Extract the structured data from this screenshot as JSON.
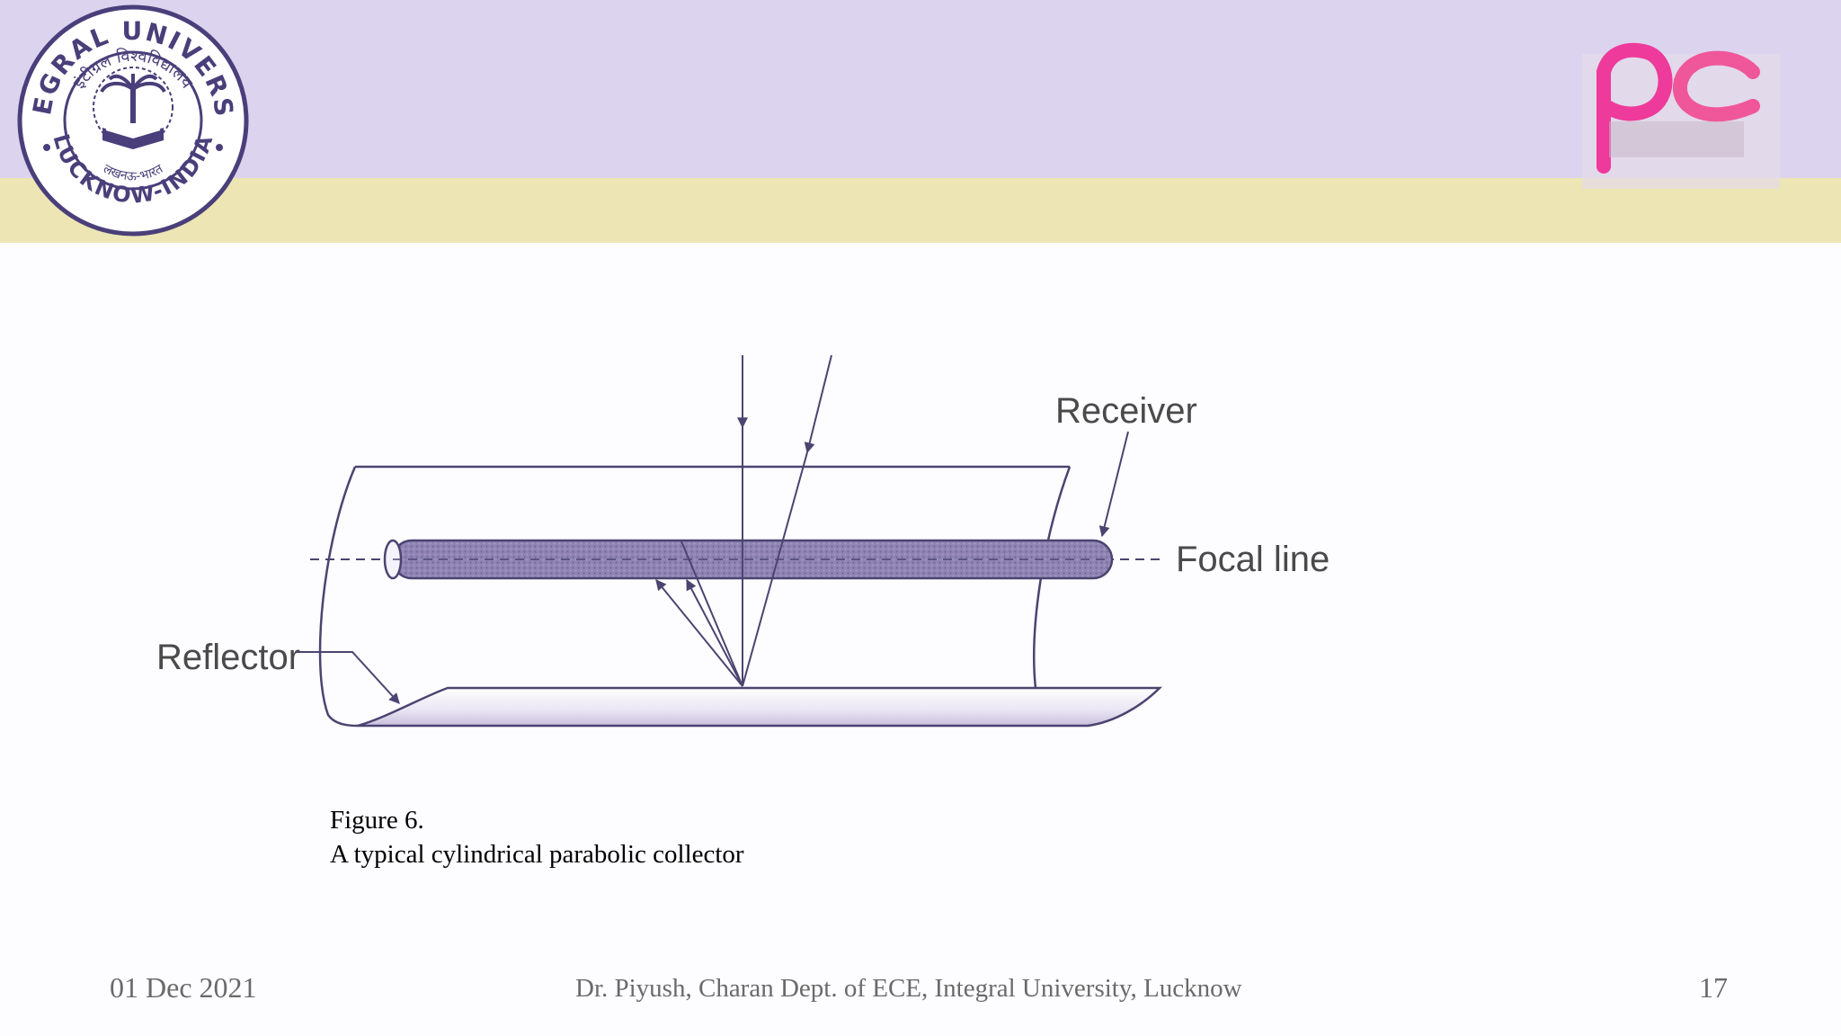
{
  "header": {
    "logo_text_outer": "INTEGRAL UNIVERSITY",
    "logo_text_hindi": "इंटीग्रल विश्वविद्यालय",
    "logo_text_bottom": "LUCKNOW-INDIA",
    "logo_text_hindi_bottom": "लखनऊ-भारत"
  },
  "diagram": {
    "labels": {
      "receiver": "Receiver",
      "focal_line": "Focal line",
      "reflector": "Reflector"
    }
  },
  "caption": {
    "line1": "Figure 6.",
    "line2": "A typical cylindrical parabolic collector"
  },
  "footer": {
    "date": "01 Dec 2021",
    "author": "Dr. Piyush, Charan Dept. of ECE, Integral University, Lucknow",
    "page": "17"
  },
  "colors": {
    "header_band": "#dcd4ef",
    "header_stripe": "#ede5b4",
    "logo_purple": "#4a3f7a",
    "line_dark": "#4b4470",
    "pc_pink": "#f0359a"
  }
}
